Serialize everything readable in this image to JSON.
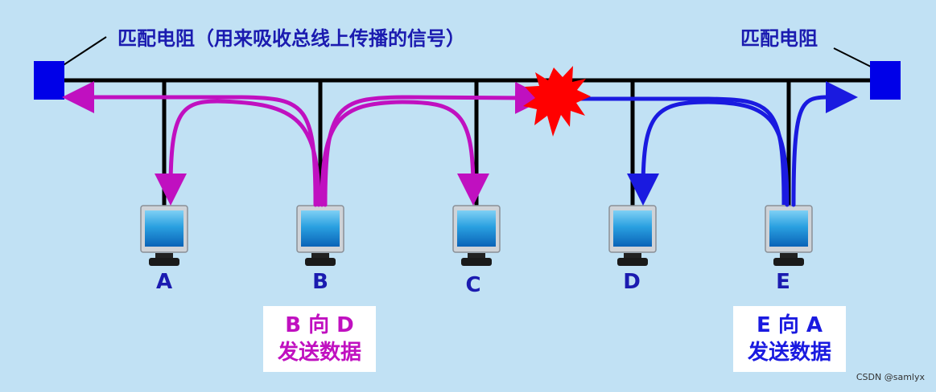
{
  "labels": {
    "left_terminator": "匹配电阻（用来吸收总线上传播的信号）",
    "right_terminator": "匹配电阻"
  },
  "nodes": [
    "A",
    "B",
    "C",
    "D",
    "E"
  ],
  "messages": {
    "b_to_d": {
      "line1": "B 向 D",
      "line2": "发送数据",
      "color": "#c010c0"
    },
    "e_to_a": {
      "line1": "E 向 A",
      "line2": "发送数据",
      "color": "#1a1ae0"
    }
  },
  "colors": {
    "bus": "#000000",
    "terminator": "#0000e8",
    "collision": "#ff0000",
    "background": "#c1e1f4"
  },
  "watermark": "CSDN @samlyx"
}
